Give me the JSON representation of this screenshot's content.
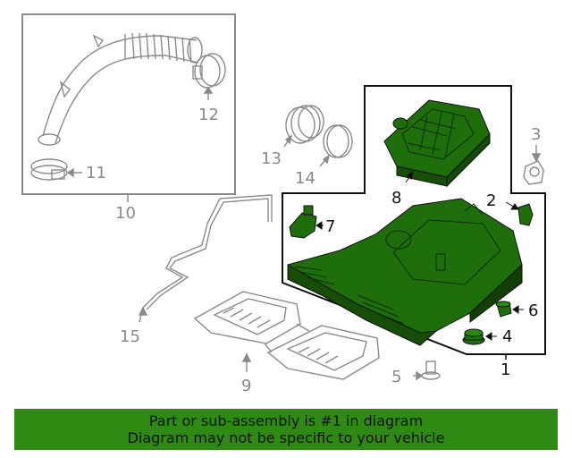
{
  "callouts": {
    "c1": "1",
    "c2": "2",
    "c4": "4",
    "c5": "5",
    "c6": "6",
    "c7": "7",
    "c8": "8",
    "c9": "9",
    "c10": "10",
    "c11": "11",
    "c12": "12",
    "c13": "13",
    "c14": "14",
    "c15": "15"
  },
  "banner": {
    "line1": "Part or sub-assembly is #1 in diagram",
    "line2": "Diagram may not be specific to your vehicle"
  },
  "colors": {
    "highlight": "#2e8a12",
    "part_fill": "#1f6e0c",
    "outline_gray": "#8a8a8a"
  }
}
